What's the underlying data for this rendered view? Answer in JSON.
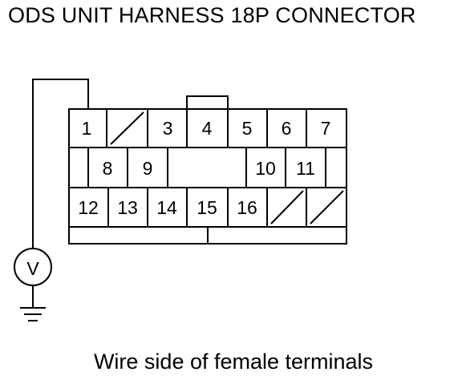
{
  "title": "ODS UNIT HARNESS 18P CONNECTOR",
  "caption": "Wire side of female terminals",
  "meter_symbol": "V",
  "terminals": {
    "t1": "1",
    "t3": "3",
    "t4": "4",
    "t5": "5",
    "t6": "6",
    "t7": "7",
    "t8": "8",
    "t9": "9",
    "t10": "10",
    "t11": "11",
    "t12": "12",
    "t13": "13",
    "t14": "14",
    "t15": "15",
    "t16": "16"
  },
  "colors": {
    "line": "#000000",
    "background": "#ffffff"
  }
}
